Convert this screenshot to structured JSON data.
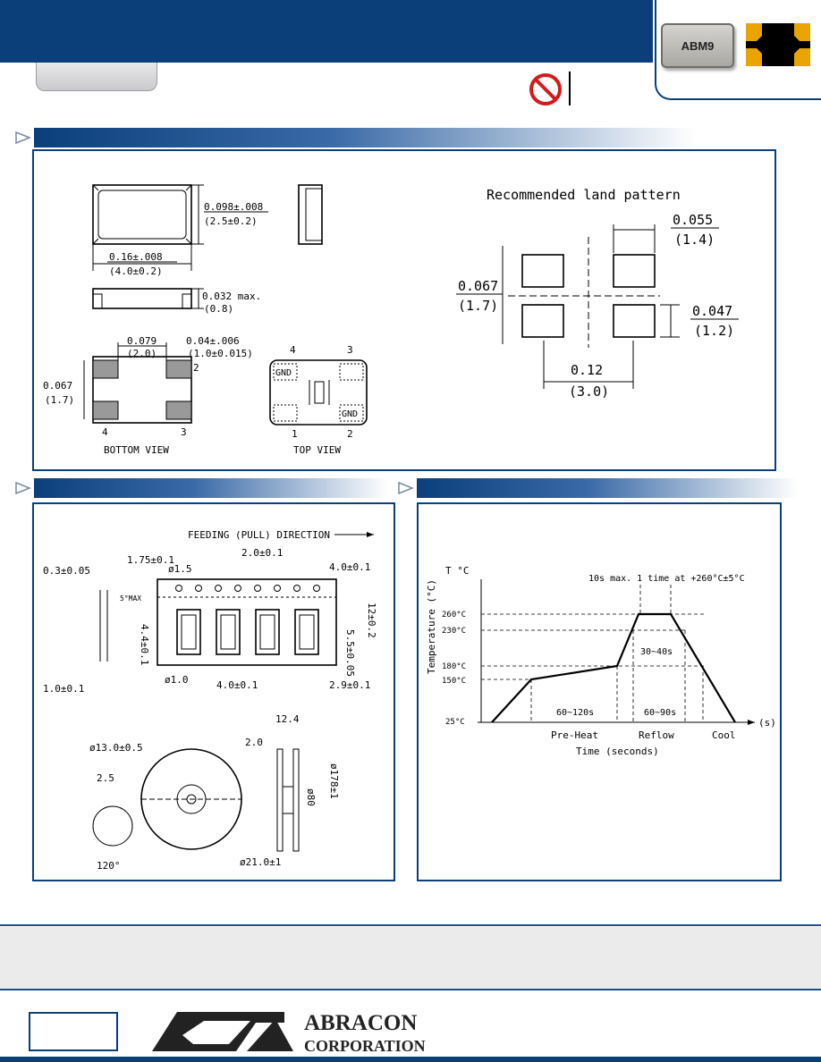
{
  "header": {
    "part_badge": "ABM9"
  },
  "outline": {
    "dim_height_in": "0.098±.008",
    "dim_height_mm": "(2.5±0.2)",
    "dim_length_in": "0.16±.008",
    "dim_length_mm": "(4.0±0.2)",
    "dim_thick_in": "0.032 max.",
    "dim_thick_mm": "(0.8)",
    "dim_pad_w_in": "0.079",
    "dim_pad_w_mm": "(2.0)",
    "dim_pad_gap_in": "0.04±.006",
    "dim_pad_gap_mm": "(1.0±0.015)",
    "dim_pad_h_in": "0.067",
    "dim_pad_h_mm": "(1.7)",
    "bottom_view_label": "BOTTOM VIEW",
    "top_view_label": "TOP VIEW",
    "pin1": "1",
    "pin2": "2",
    "pin3": "3",
    "pin4": "4",
    "gnd": "GND"
  },
  "land_pattern": {
    "title": "Recommended land pattern",
    "dim_pad_w_in": "0.055",
    "dim_pad_w_mm": "(1.4)",
    "dim_span_h_in": "0.067",
    "dim_span_h_mm": "(1.7)",
    "dim_pad_h_in": "0.047",
    "dim_pad_h_mm": "(1.2)",
    "dim_span_w_in": "0.12",
    "dim_span_w_mm": "(3.0)"
  },
  "tape": {
    "feeding": "FEEDING (PULL) DIRECTION",
    "d_03": "0.3±0.05",
    "d_175": "1.75±0.1",
    "d_hole15": "ø1.5",
    "d_20": "2.0±0.1",
    "d_40top": "4.0±0.1",
    "d_55": "5.5±0.05",
    "d_120": "12±0.2",
    "d_44": "4.4±0.1",
    "d_5max": "5°MAX",
    "d_10": "1.0±0.1",
    "d_hole10": "ø1.0",
    "d_40bot": "4.0±0.1",
    "d_29": "2.9±0.1",
    "d_124": "12.4",
    "d_20b": "2.0",
    "d_130": "ø13.0±0.5",
    "d_25": "2.5",
    "d_80": "ø80",
    "d_178": "ø178±1",
    "d_210": "ø21.0±1",
    "d_120deg": "120°"
  },
  "reflow": {
    "y_axis": "Temperature (°C)",
    "t_unit": "T °C",
    "peak_note": "10s max. 1 time at +260°C±5°C",
    "x_unit": "(s)",
    "x_label": "Time (seconds)",
    "t260": "260°C",
    "t230": "230°C",
    "t180": "180°C",
    "t150": "150°C",
    "t25": "25°C",
    "r_3040": "30~40s",
    "r_60120": "60~120s",
    "r_6090": "60~90s",
    "phase_preheat": "Pre-Heat",
    "phase_reflow": "Reflow",
    "phase_cool": "Cool"
  },
  "footer": {
    "logo_line1": "ABRACON",
    "logo_line2": "CORPORATION"
  }
}
